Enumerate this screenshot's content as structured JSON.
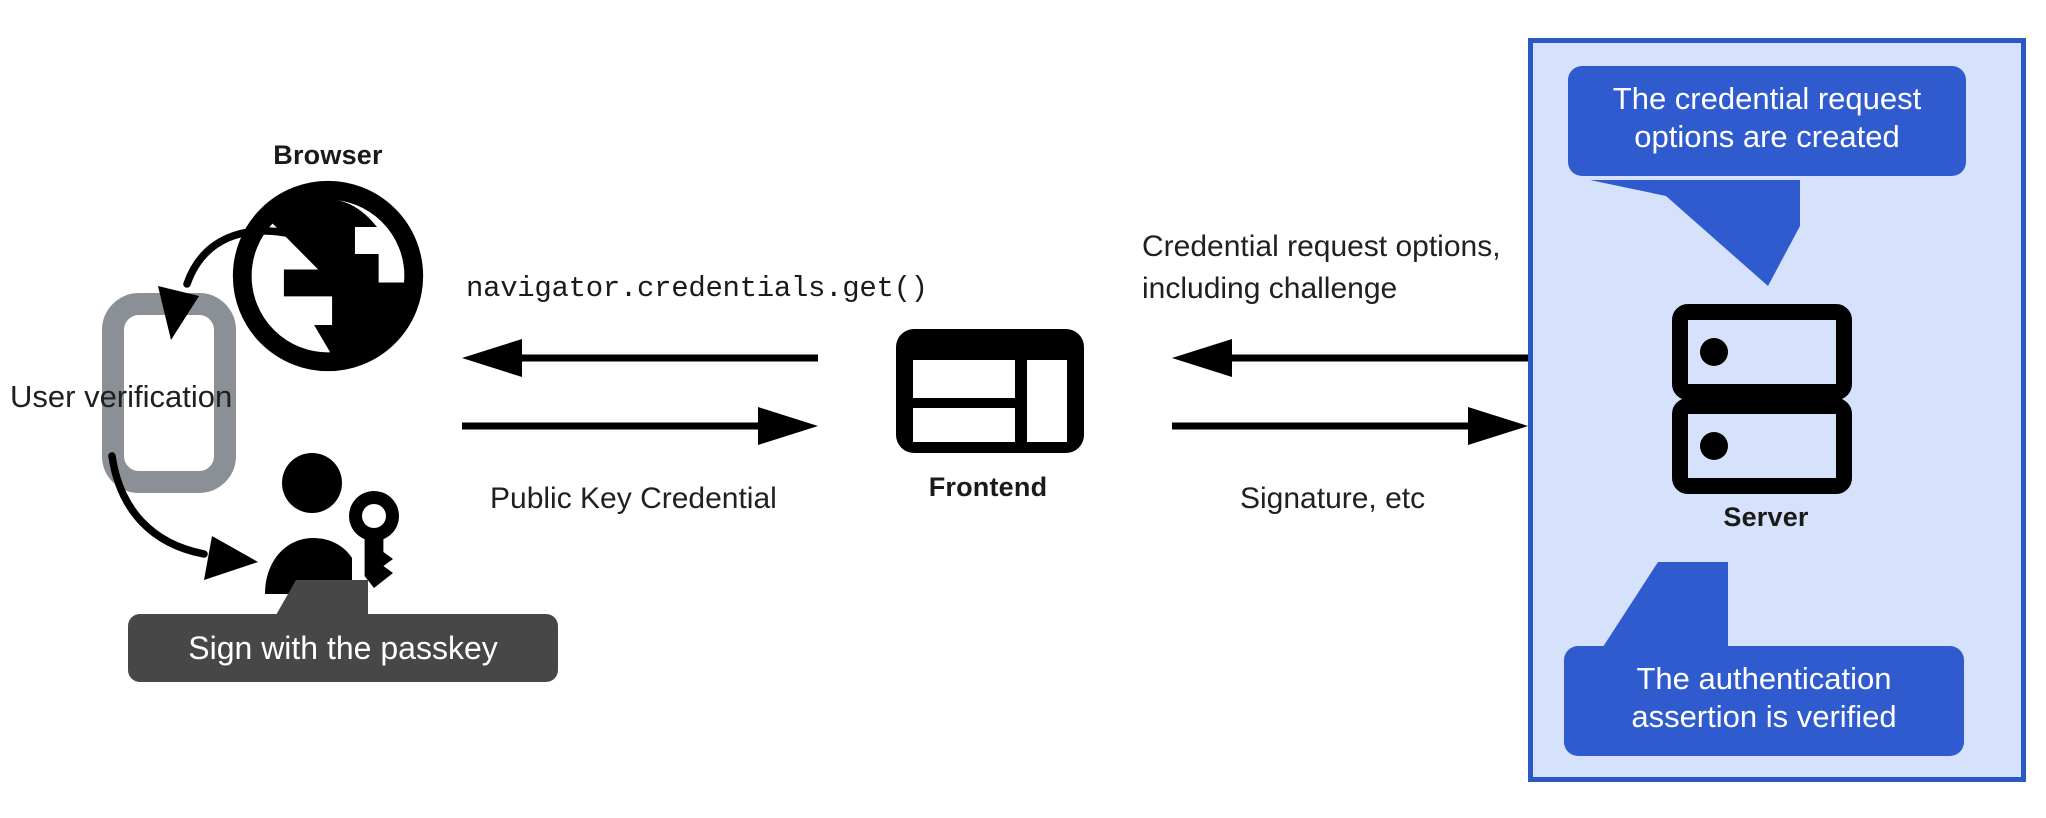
{
  "diagram": {
    "title": "WebAuthn passkey authentication flow",
    "colors": {
      "server_panel_fill": "#d6e2fb",
      "server_panel_border": "#2c58c4",
      "callout_blue": "#2f5bce",
      "callout_dark": "#474747",
      "icon_black": "#000000",
      "phone_gray": "#8b9096",
      "text_dark": "#20211f"
    }
  },
  "nodes": {
    "browser": {
      "label": "Browser",
      "icon": "globe-icon"
    },
    "phone": {
      "icon": "mobile-phone-icon"
    },
    "user": {
      "icon": "person-with-key-icon"
    },
    "frontend": {
      "label": "Frontend",
      "icon": "web-layout-icon"
    },
    "server": {
      "label": "Server",
      "icon": "server-rack-icon"
    }
  },
  "annotations": {
    "user_verification": "User verification",
    "sign_with_passkey": "Sign with the passkey",
    "credential_request_created": "The credential request\noptions are created",
    "credential_request_created_line1": "The credential request",
    "credential_request_created_line2": "options are created",
    "assertion_verified_line1": "The authentication",
    "assertion_verified_line2": "assertion is verified"
  },
  "flows": [
    {
      "id": "navigator-get",
      "label": "navigator.credentials.get()",
      "style": "monospace",
      "direction": "right-to-left",
      "from": "frontend",
      "to": "browser"
    },
    {
      "id": "public-key-credential",
      "label": "Public Key Credential",
      "style": "sans",
      "direction": "left-to-right",
      "from": "browser",
      "to": "frontend"
    },
    {
      "id": "credential-request-options",
      "label_line1": "Credential request options,",
      "label_line2": "including challenge",
      "style": "sans",
      "direction": "right-to-left",
      "from": "server",
      "to": "frontend"
    },
    {
      "id": "signature",
      "label": "Signature, etc",
      "style": "sans",
      "direction": "left-to-right",
      "from": "frontend",
      "to": "server"
    }
  ]
}
